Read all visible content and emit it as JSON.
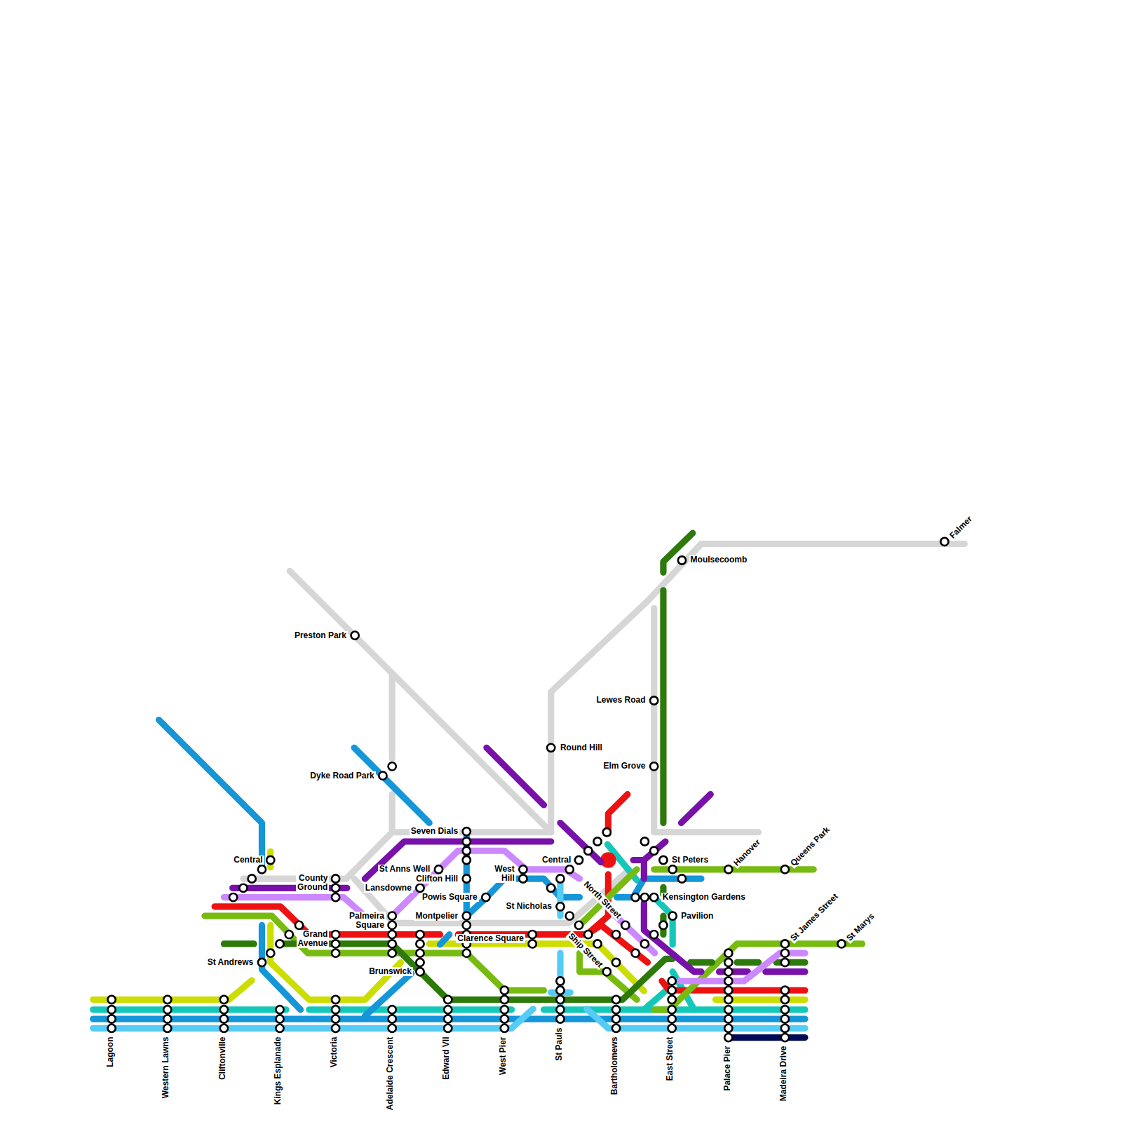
{
  "diagram": {
    "labels": [
      "Falmer",
      "Moulsecoomb",
      "Preston Park",
      "Round Hill",
      "Lewes Road",
      "Elm Grove",
      "Dyke Road Park",
      "Seven Dials",
      "St Anns Well",
      "Clifton Hill",
      "West Hill",
      "Central",
      "County Ground",
      "Central",
      "Lansdowne",
      "Powis Square",
      "St Nicholas",
      "Palmeira Square",
      "Montpelier",
      "Clarence Square",
      "Grand Avenue",
      "North Street",
      "Ship Street",
      "St Peters",
      "Hanover",
      "Queens Park",
      "Kensington Gardens",
      "Pavilion",
      "St James Street",
      "St Marys",
      "St Andrews",
      "Brunswick",
      "Lagoon",
      "Western Lawns",
      "Cliftonville",
      "Kings Esplanade",
      "Victoria",
      "Adelaide Crescent",
      "Edward VII",
      "West Pier",
      "St Pauls",
      "Bartholomews",
      "East Street",
      "Palace Pier",
      "Madeira Drive"
    ]
  }
}
